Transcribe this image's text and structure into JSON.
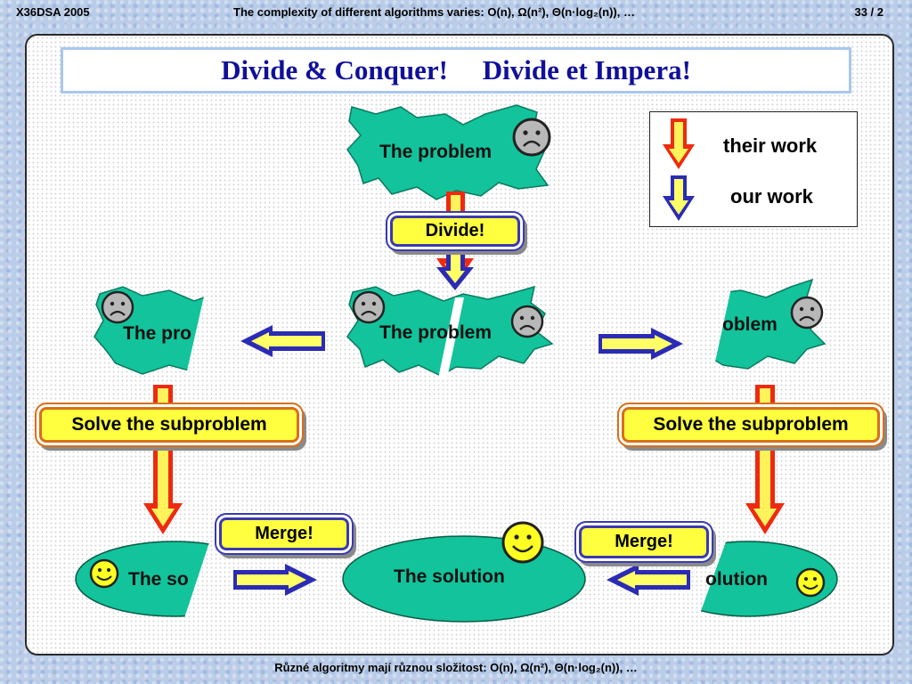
{
  "header": {
    "left": "X36DSA  2005",
    "center": "The complexity of different algorithms varies:  O(n), Ω(n²), Θ(n·log₂(n)), …",
    "page": "33 / 2"
  },
  "title": "Divide & Conquer!     Divide et Impera!",
  "legend": {
    "their_work": "their work",
    "our_work": "our work"
  },
  "labels": {
    "problem_top": "The problem",
    "problem_mid": "The problem",
    "problem_left_fragment": "The pro",
    "problem_right_fragment": "oblem",
    "solution_center": "The solution",
    "solution_left_fragment": "The so",
    "solution_right_fragment": "olution"
  },
  "buttons": {
    "divide": "Divide!",
    "solve_left": "Solve the subproblem",
    "solve_right": "Solve the subproblem",
    "merge_left": "Merge!",
    "merge_right": "Merge!"
  },
  "footer": "Různé algoritmy mají různou složitost:  O(n), Ω(n²), Θ(n·log₂(n)), …",
  "colors": {
    "blob_fill": "#13c39b",
    "their_arrow_outer": "#ee2a10",
    "their_arrow_inner": "#fff25a",
    "our_arrow_outer": "#2b2bb5",
    "our_arrow_inner": "#ffff66",
    "title_text": "#10109a",
    "face_sad": "#b8b8b8",
    "face_happy": "#ffff22"
  },
  "icons": [
    "sad-face-icon",
    "happy-face-icon",
    "their-work-arrow-icon",
    "our-work-arrow-icon"
  ]
}
